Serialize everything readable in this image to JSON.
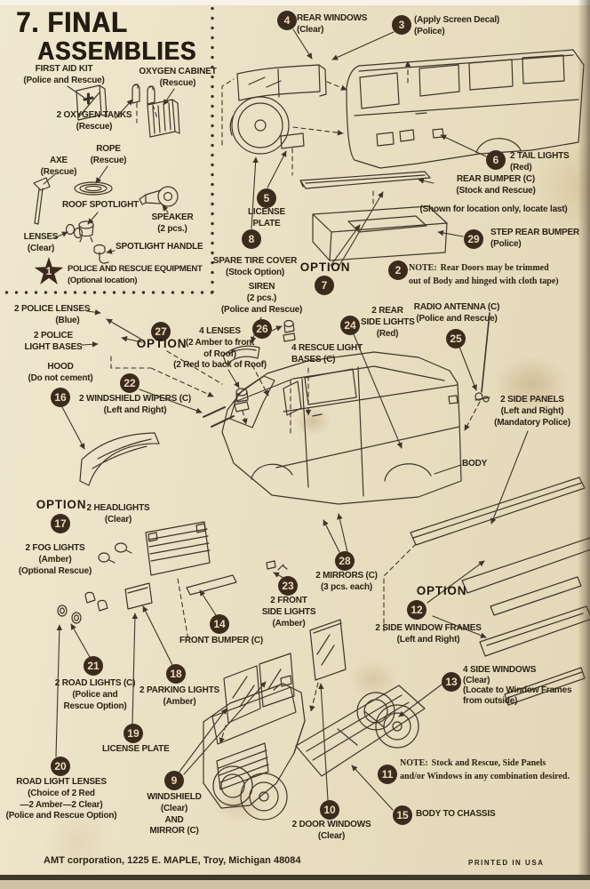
{
  "colors": {
    "paper": "#eae0c4",
    "ink": "#2b2315",
    "badge_fill": "#3b2b1d",
    "badge_text": "#eadcba"
  },
  "title": {
    "line1": "7. FINAL",
    "line2": "ASSEMBLIES"
  },
  "equipment_box": {
    "badge": "1",
    "heading": "POLICE AND RESCUE EQUIPMENT",
    "subheading": "(Optional location)",
    "items": {
      "first_aid": {
        "l1": "FIRST AID KIT",
        "l2": "(Police and Rescue)"
      },
      "oxygen_cabinet": {
        "l1": "OXYGEN CABINET",
        "l2": "(Rescue)"
      },
      "oxygen_tanks": {
        "l1": "2 OXYGEN TANKS",
        "l2": "(Rescue)"
      },
      "rope": {
        "l1": "ROPE",
        "l2": "(Rescue)"
      },
      "axe": {
        "l1": "AXE",
        "l2": "(Rescue)"
      },
      "roof_spotlight": {
        "l1": "ROOF SPOTLIGHT"
      },
      "speaker": {
        "l1": "SPEAKER",
        "l2": "(2 pcs.)"
      },
      "lenses": {
        "l1": "LENSES",
        "l2": "(Clear)"
      },
      "spotlight_handle": {
        "l1": "SPOTLIGHT HANDLE"
      }
    }
  },
  "callouts": {
    "rear_windows": {
      "num": "4",
      "l1": "REAR WINDOWS",
      "l2": "(Clear)"
    },
    "screen_decal": {
      "num": "3",
      "l1": "(Apply Screen Decal)",
      "l2": "(Police)"
    },
    "tail_lights": {
      "num": "6",
      "l1": "2 TAIL LIGHTS",
      "l2": "(Red)"
    },
    "rear_bumper": {
      "l1": "REAR BUMPER (C)",
      "l2": "(Stock and Rescue)",
      "l3": "(Shown for location only, locate last)"
    },
    "step_rear_bumper": {
      "num": "29",
      "l1": "STEP REAR BUMPER",
      "l2": "(Police)"
    },
    "license_plate_rear": {
      "num": "5",
      "l1": "LICENSE",
      "l2": "PLATE"
    },
    "spare_tire_cover": {
      "num": "8",
      "l1": "SPARE TIRE COVER",
      "l2": "(Stock Option)"
    },
    "option7": {
      "word": "OPTION",
      "num": "7"
    },
    "note2": {
      "num": "2",
      "prefix": "NOTE:",
      "l1": "Rear Doors may be trimmed",
      "l2": "out of Body and hinged with cloth tape)"
    },
    "siren": {
      "num": "26",
      "l1": "SIREN",
      "l2": "(2 pcs.)",
      "l3": "(Police and Rescue)"
    },
    "police_lenses": {
      "l1": "2 POLICE LENSES",
      "l2": "(Blue)"
    },
    "police_light_bases": {
      "l1": "2 POLICE",
      "l2": "LIGHT BASES"
    },
    "option27": {
      "word": "OPTION",
      "num": "27"
    },
    "four_lenses": {
      "l1": "4 LENSES",
      "l2": "(2 Amber to front",
      "l3": "of Roof)",
      "l4": "(2 Red to back of Roof)"
    },
    "rescue_light_bases": {
      "l1": "4 RESCUE LIGHT",
      "l2": "BASES (C)"
    },
    "rear_side_lights": {
      "num": "24",
      "l1": "2 REAR",
      "l2": "SIDE LIGHTS",
      "l3": "(Red)"
    },
    "radio_antenna": {
      "num": "25",
      "l1": "RADIO ANTENNA (C)",
      "l2": "(Police and Rescue)"
    },
    "side_panels": {
      "l1": "2 SIDE PANELS",
      "l2": "(Left and Right)",
      "l3": "(Mandatory Police)"
    },
    "body": {
      "l1": "BODY"
    },
    "hood": {
      "num": "16",
      "l1": "HOOD",
      "l2": "(Do not cement)"
    },
    "windshield_wipers": {
      "num": "22",
      "l1": "2 WINDSHIELD WIPERS (C)",
      "l2": "(Left and Right)"
    },
    "option17": {
      "word": "OPTION",
      "num": "17"
    },
    "headlights": {
      "l1": "2 HEADLIGHTS",
      "l2": "(Clear)"
    },
    "fog_lights": {
      "l1": "2 FOG LIGHTS",
      "l2": "(Amber)",
      "l3": "(Optional Rescue)"
    },
    "front_bumper": {
      "num": "14",
      "l1": "FRONT BUMPER (C)"
    },
    "road_lights": {
      "num": "21",
      "l1": "2 ROAD LIGHTS (C)",
      "l2": "(Police and",
      "l3": "Rescue Option)"
    },
    "parking_lights": {
      "num": "18",
      "l1": "2 PARKING LIGHTS",
      "l2": "(Amber)"
    },
    "license_plate_front": {
      "num": "19",
      "l1": "LICENSE PLATE"
    },
    "road_light_lenses": {
      "num": "20",
      "l1": "ROAD LIGHT LENSES",
      "l2": "(Choice of 2 Red",
      "l3": "—2 Amber—2 Clear)",
      "l4": "(Police and Rescue Option)"
    },
    "windshield": {
      "num": "9",
      "l1": "WINDSHIELD",
      "l2": "(Clear)",
      "l3": "AND",
      "l4": "MIRROR (C)"
    },
    "door_windows": {
      "num": "10",
      "l1": "2 DOOR WINDOWS",
      "l2": "(Clear)"
    },
    "body_to_chassis": {
      "num": "15",
      "l1": "BODY TO CHASSIS"
    },
    "note11": {
      "num": "11",
      "prefix": "NOTE:",
      "l1": "Stock and Rescue, Side Panels",
      "l2": "and/or Windows in any combination desired."
    },
    "front_side_lights": {
      "num": "23",
      "l1": "2 FRONT",
      "l2": "SIDE LIGHTS",
      "l3": "(Amber)"
    },
    "mirrors": {
      "num": "28",
      "l1": "2 MIRRORS (C)",
      "l2": "(3 pcs. each)"
    },
    "option12": {
      "word": "OPTION",
      "num": "12"
    },
    "side_window_frames": {
      "l1": "2 SIDE WINDOW FRAMES",
      "l2": "(Left and Right)"
    },
    "side_windows": {
      "num": "13",
      "l1": "4 SIDE WINDOWS",
      "l2": "(Clear)",
      "l3": "(Locate to Window Frames",
      "l4": "from outside)"
    }
  },
  "footer": {
    "left": "AMT corporation, 1225 E. MAPLE, Troy, Michigan 48084",
    "right": "PRINTED IN USA"
  }
}
